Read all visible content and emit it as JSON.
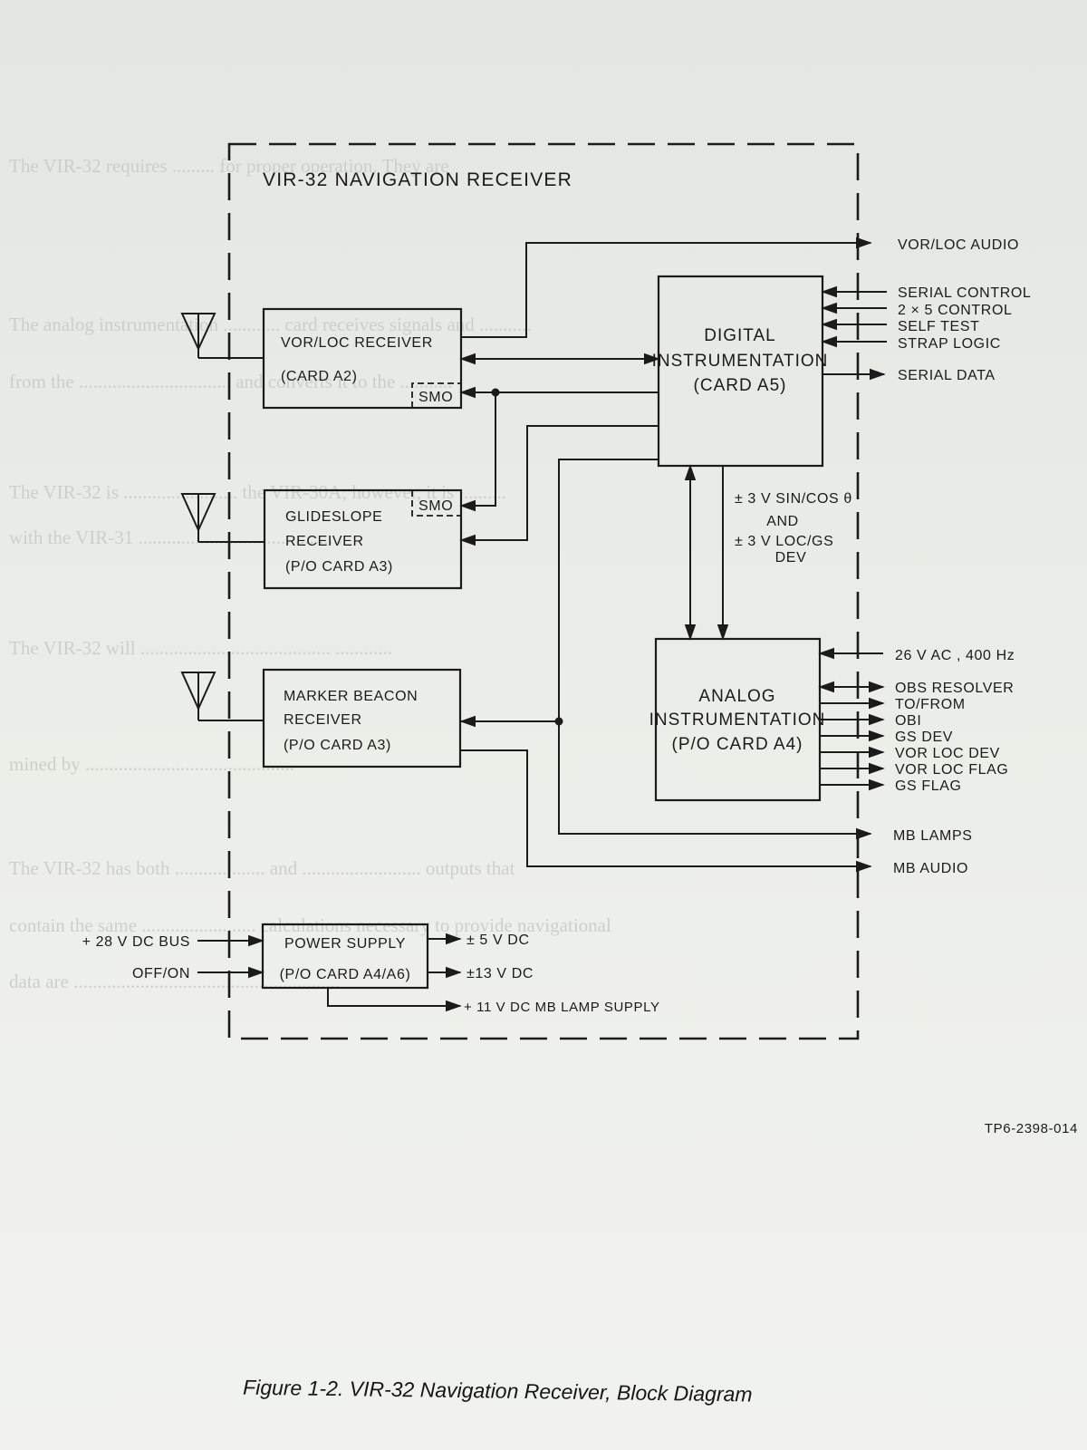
{
  "diagram": {
    "title": "VIR-32 NAVIGATION RECEIVER",
    "blocks": {
      "vorloc": {
        "line1": "VOR/LOC RECEIVER",
        "line2": "(CARD A2)",
        "smo": "SMO"
      },
      "glideslope": {
        "line1": "GLIDESLOPE",
        "line2": "RECEIVER",
        "line3": "(P/O CARD A3)",
        "smo": "SMO"
      },
      "marker": {
        "line1": "MARKER BEACON",
        "line2": "RECEIVER",
        "line3": "(P/O CARD A3)"
      },
      "digital": {
        "line1": "DIGITAL",
        "line2": "INSTRUMENTATION",
        "line3": "(CARD A5)"
      },
      "analog": {
        "line1": "ANALOG",
        "line2": "INSTRUMENTATION",
        "line3": "(P/O CARD A4)"
      },
      "power": {
        "line1": "POWER SUPPLY",
        "line2": "(P/O CARD A4/A6)"
      }
    },
    "bus_label": {
      "line1": "± 3 V SIN/COS θ",
      "line2": "AND",
      "line3": "± 3 V LOC/GS",
      "line4": "DEV"
    },
    "signals": {
      "vor_loc_audio": "VOR/LOC AUDIO",
      "serial_control": "SERIAL CONTROL",
      "control_2x5": "2 × 5 CONTROL",
      "self_test": "SELF TEST",
      "strap_logic": "STRAP LOGIC",
      "serial_data": "SERIAL DATA",
      "ac_26v": "26 V AC , 400 Hz",
      "obs_resolver": "OBS RESOLVER",
      "to_from": "TO/FROM",
      "obi": "OBI",
      "gs_dev": "GS DEV",
      "vor_loc_dev": "VOR LOC DEV",
      "vor_loc_flag": "VOR LOC FLAG",
      "gs_flag": "GS FLAG",
      "mb_lamps": "MB LAMPS",
      "mb_audio": "MB AUDIO",
      "dc_bus": "+ 28 V DC BUS",
      "off_on": "OFF/ON",
      "v5": "± 5 V DC",
      "v13": "±13 V DC",
      "v11": "+ 11 V DC MB LAMP SUPPLY"
    },
    "ref_code": "TP6-2398-014"
  },
  "caption": "Figure 1-2. VIR-32 Navigation Receiver, Block Diagram"
}
